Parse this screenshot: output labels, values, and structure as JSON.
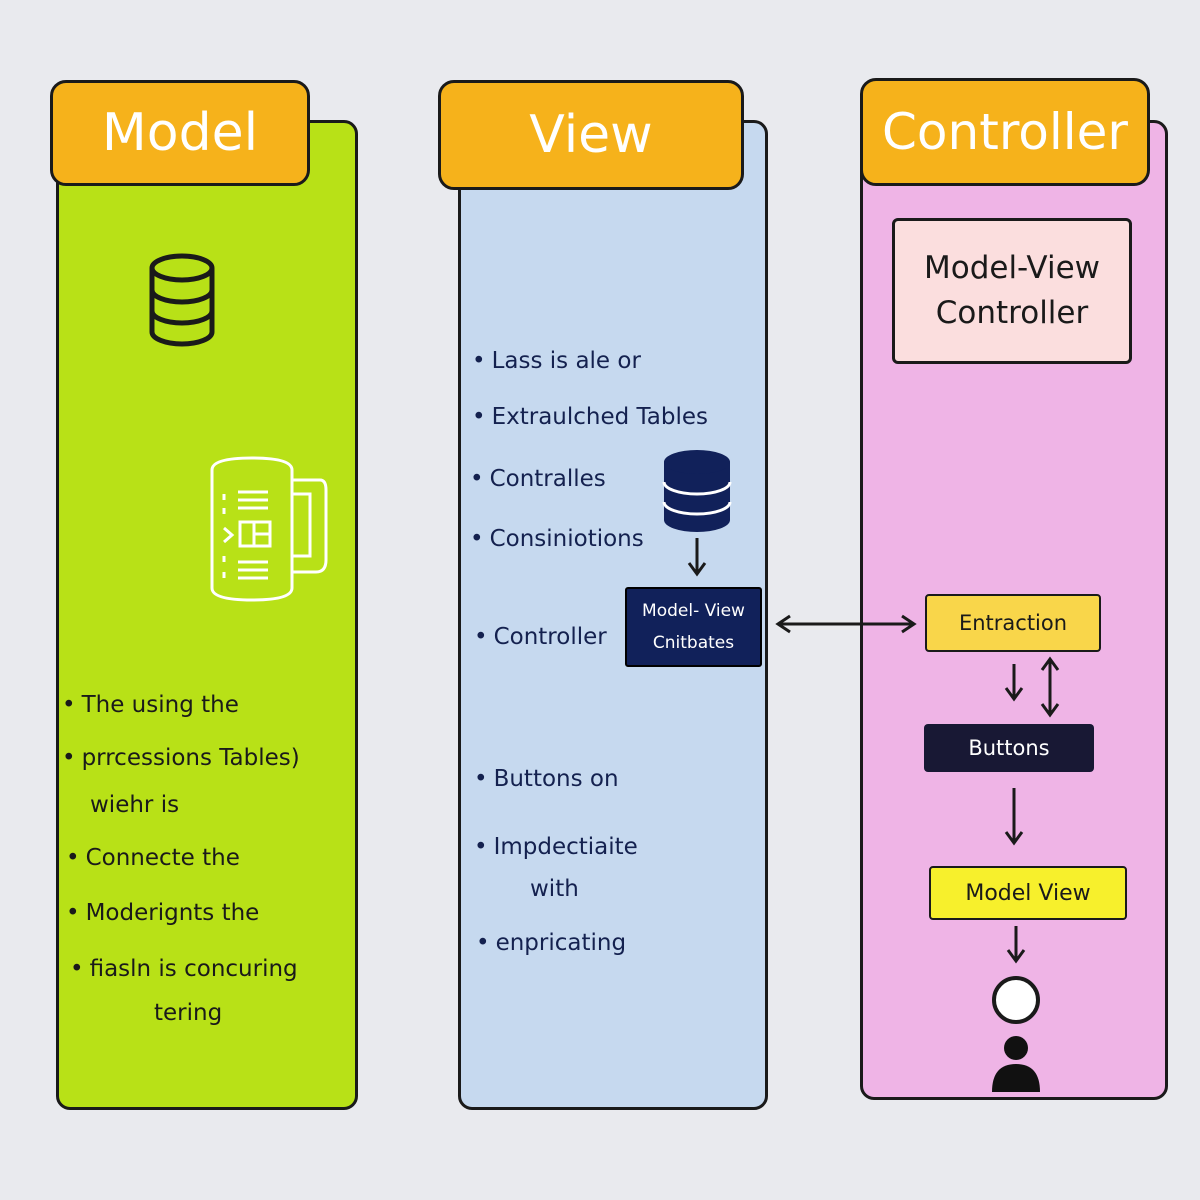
{
  "columns": {
    "model": {
      "title": "Model",
      "bullets": [
        "The using the",
        "prrcessions Tables)",
        "wiehr is",
        "Connecte the",
        "Moderignts the",
        "fiasln is concuring",
        "tering"
      ]
    },
    "view": {
      "title": "View",
      "bullets": [
        "Lass is ale or",
        "Extraulched Tables",
        "Contralles",
        "Consiniotions",
        "Controller",
        "Buttons on",
        "Impdectiaite",
        "with",
        "enpricating"
      ],
      "contrib_box": {
        "line1": "Model- View",
        "line2": "Cnitbates"
      }
    },
    "controller": {
      "title": "Controller",
      "mvc_box": {
        "line1": "Model-View",
        "line2": "Controller"
      },
      "flow": {
        "entraction": "Entraction",
        "buttons": "Buttons",
        "model_view": "Model View"
      }
    }
  },
  "icons": {
    "model_db": "database-icon",
    "model_mug": "document-mug-icon",
    "view_db": "database-icon",
    "user": "user-icon"
  },
  "colors": {
    "model_bg": "#b8e117",
    "view_bg": "#c6d9ef",
    "controller_bg": "#efb4e6",
    "header_tab": "#f6b21b",
    "navy": "#11215a",
    "yellow": "#f7f02c"
  }
}
